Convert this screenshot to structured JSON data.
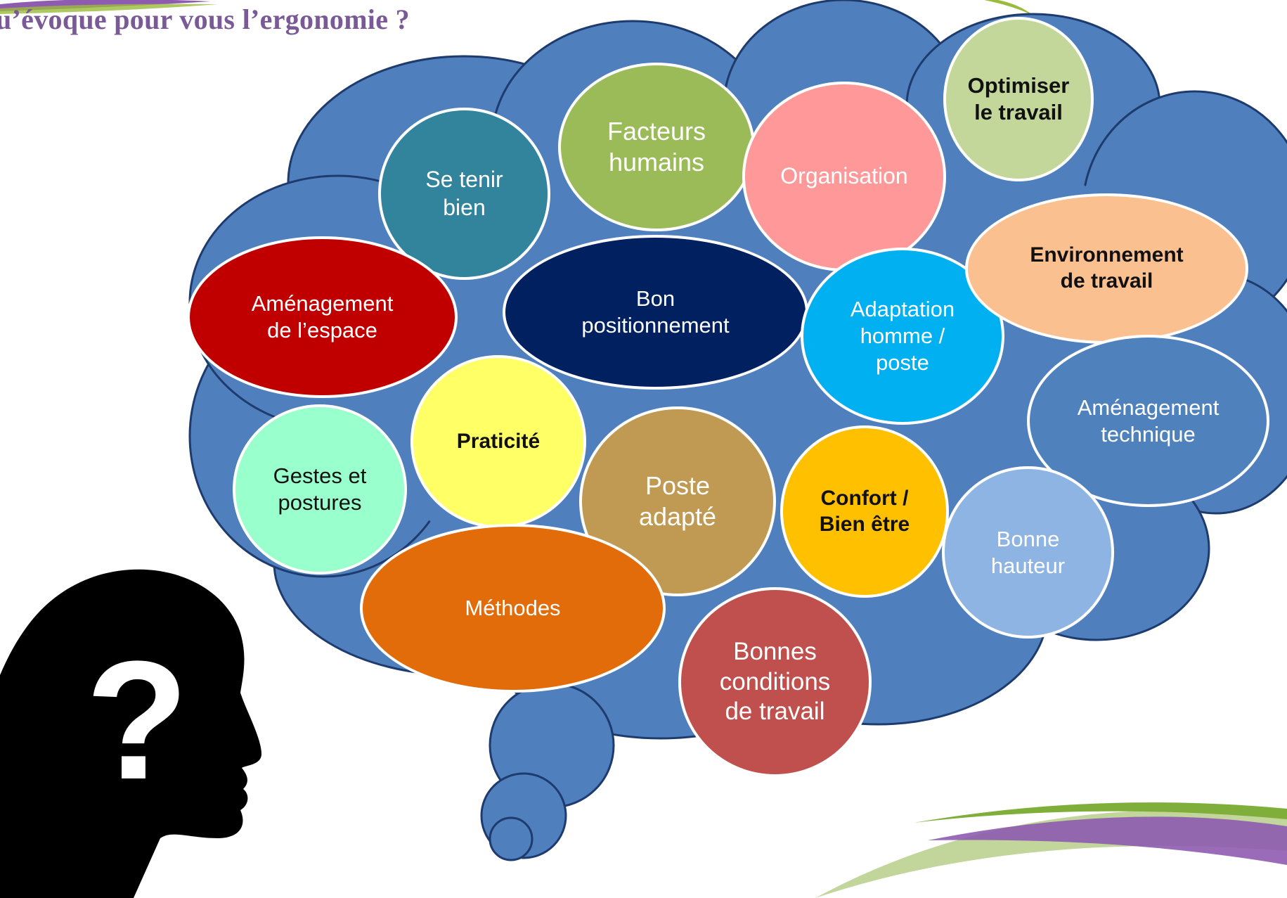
{
  "title": "u’évoque pour vous l’ergonomie ?",
  "colors": {
    "cloud": "#4f7fbd",
    "cloud_edge": "#1e3b6e",
    "title": "#7a5a96"
  },
  "icons": {
    "head": "head-silhouette-question-icon",
    "swoosh": "decorative-swoosh"
  },
  "bubbles": [
    {
      "id": "se-tenir-bien",
      "text": "Se tenir\nbien",
      "fill": "#31849b",
      "text_color": "light",
      "bold": false
    },
    {
      "id": "facteurs-humains",
      "text": "Facteurs\nhumains",
      "fill": "#9bbb59",
      "text_color": "light",
      "bold": false
    },
    {
      "id": "organisation",
      "text": "Organisation",
      "fill": "#ff9999",
      "text_color": "light",
      "bold": false
    },
    {
      "id": "optimiser-le-travail",
      "text": "Optimiser\nle travail",
      "fill": "#c4d79b",
      "text_color": "dark",
      "bold": true
    },
    {
      "id": "amenagement-espace",
      "text": "Aménagement\nde l’espace",
      "fill": "#c00000",
      "text_color": "light",
      "bold": false
    },
    {
      "id": "bon-positionnement",
      "text": "Bon\npositionnement",
      "fill": "#002060",
      "text_color": "light",
      "bold": false
    },
    {
      "id": "adaptation-homme-poste",
      "text": "Adaptation\nhomme /\nposte",
      "fill": "#00b0f0",
      "text_color": "light",
      "bold": false
    },
    {
      "id": "environnement-travail",
      "text": "Environnement\nde travail",
      "fill": "#fac090",
      "text_color": "dark",
      "bold": true
    },
    {
      "id": "amenagement-technique",
      "text": "Aménagement\ntechnique",
      "fill": "#4f81bd",
      "text_color": "light",
      "bold": false
    },
    {
      "id": "praticite",
      "text": "Praticité",
      "fill": "#ffff66",
      "text_color": "dark",
      "bold": true
    },
    {
      "id": "gestes-postures",
      "text": "Gestes et\npostures",
      "fill": "#99ffcc",
      "text_color": "dark",
      "bold": false
    },
    {
      "id": "poste-adapte",
      "text": "Poste\nadapté",
      "fill": "#c09a52",
      "text_color": "light",
      "bold": false
    },
    {
      "id": "confort-bien-etre",
      "text": "Confort /\nBien être",
      "fill": "#ffc000",
      "text_color": "dark",
      "bold": true
    },
    {
      "id": "bonne-hauteur",
      "text": "Bonne\nhauteur",
      "fill": "#8db4e2",
      "text_color": "light",
      "bold": false
    },
    {
      "id": "methodes",
      "text": "Méthodes",
      "fill": "#e26b0a",
      "text_color": "light",
      "bold": false
    },
    {
      "id": "bonnes-conditions",
      "text": "Bonnes\nconditions\nde travail",
      "fill": "#c0504d",
      "text_color": "light",
      "bold": false
    }
  ]
}
